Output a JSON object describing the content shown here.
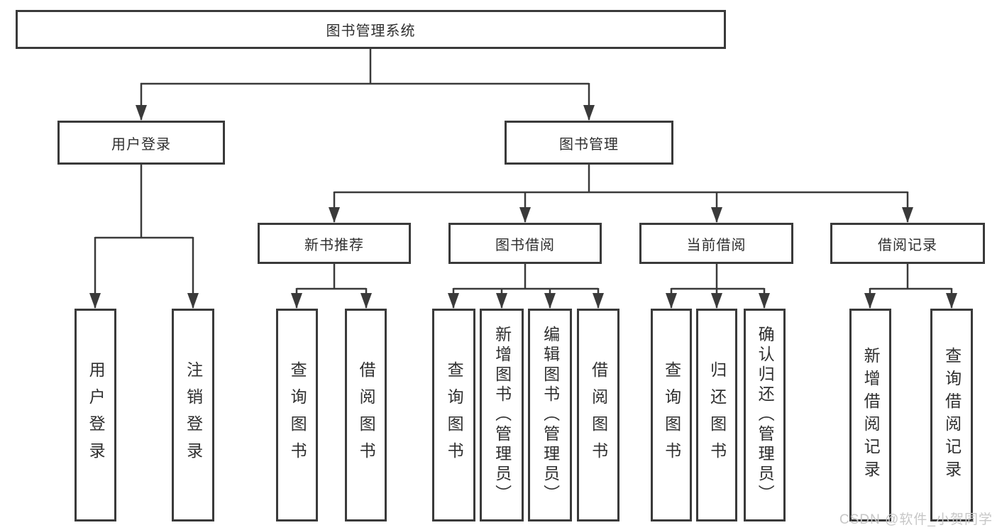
{
  "diagram": {
    "type": "tree",
    "root": {
      "label": "图书管理系统"
    },
    "level2": [
      {
        "label": "用户登录"
      },
      {
        "label": "图书管理"
      }
    ],
    "level3": [
      {
        "label": "新书推荐"
      },
      {
        "label": "图书借阅"
      },
      {
        "label": "当前借阅"
      },
      {
        "label": "借阅记录"
      }
    ],
    "leaves": [
      {
        "label": "用户登录",
        "parent": "用户登录"
      },
      {
        "label": "注销登录",
        "parent": "用户登录"
      },
      {
        "label": "查询图书",
        "parent": "新书推荐"
      },
      {
        "label": "借阅图书",
        "parent": "新书推荐"
      },
      {
        "label": "查询图书",
        "parent": "图书借阅"
      },
      {
        "label": "新增图书（管理员）",
        "parent": "图书借阅"
      },
      {
        "label": "编辑图书（管理员）",
        "parent": "图书借阅"
      },
      {
        "label": "借阅图书",
        "parent": "图书借阅"
      },
      {
        "label": "查询图书",
        "parent": "当前借阅"
      },
      {
        "label": "归还图书",
        "parent": "当前借阅"
      },
      {
        "label": "确认归还（管理员）",
        "parent": "当前借阅"
      },
      {
        "label": "新增借阅记录",
        "parent": "借阅记录"
      },
      {
        "label": "查询借阅记录",
        "parent": "借阅记录"
      }
    ],
    "watermark": "CSDN @软件_小贺同学",
    "colors": {
      "line": "#3a3a3a",
      "border": "#3a3a3a",
      "text": "#2f2f2f",
      "watermark": "#c7c7c7",
      "background": "#ffffff"
    }
  }
}
